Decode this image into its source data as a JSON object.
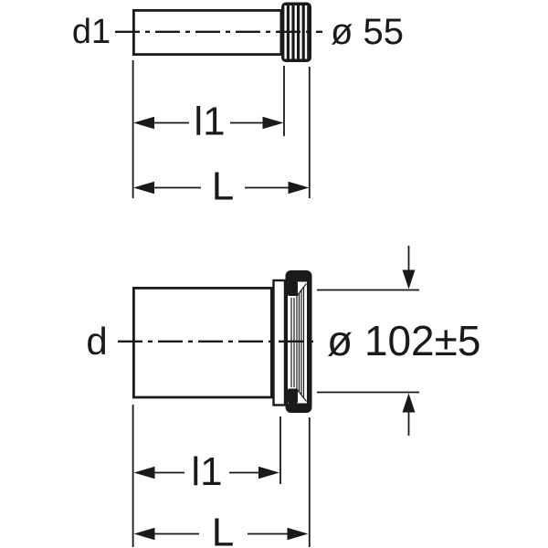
{
  "colors": {
    "line": "#1a1a1a",
    "background": "#ffffff"
  },
  "views": {
    "top": {
      "diameter_label": "d1",
      "diameter_value": "ø 55",
      "length_inner_label": "l1",
      "length_total_label": "L"
    },
    "bottom": {
      "diameter_label": "d",
      "diameter_value": "ø 102±5",
      "length_inner_label": "l1",
      "length_total_label": "L"
    }
  }
}
